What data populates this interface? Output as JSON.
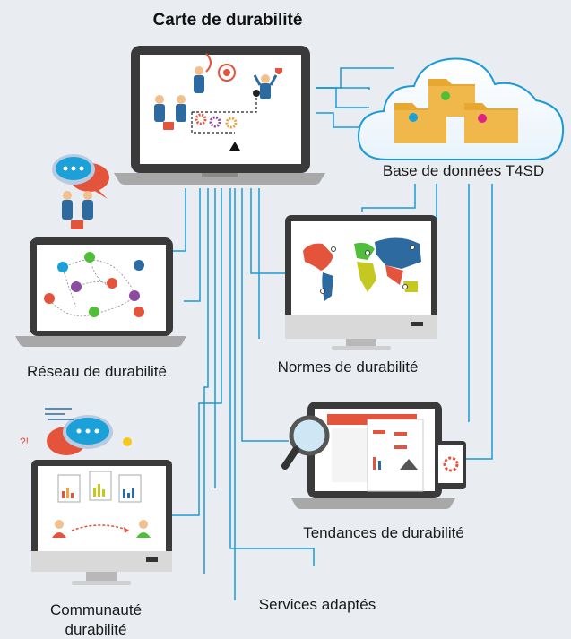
{
  "diagram": {
    "title": "Carte de durabilité",
    "nodes": {
      "database": "Base de données T4SD",
      "network": "Réseau de durabilité",
      "standards": "Normes de durabilité",
      "trends": "Tendances de durabilité",
      "community_line1": "Communauté",
      "community_line2": "durabilité",
      "services": "Services adaptés"
    }
  },
  "colors": {
    "connector": "#1a9ad6",
    "laptop_body": "#3a3a3a",
    "laptop_base": "#a8a8a8",
    "background": "#e9edf1",
    "folder": "#f0b84a"
  },
  "icons": [
    "business-target-icon",
    "cloud-folders-icon",
    "chat-bubbles-icon",
    "handshake-icon",
    "people-network-icon",
    "world-map-icon",
    "magnifier-icon",
    "report-charts-icon"
  ]
}
